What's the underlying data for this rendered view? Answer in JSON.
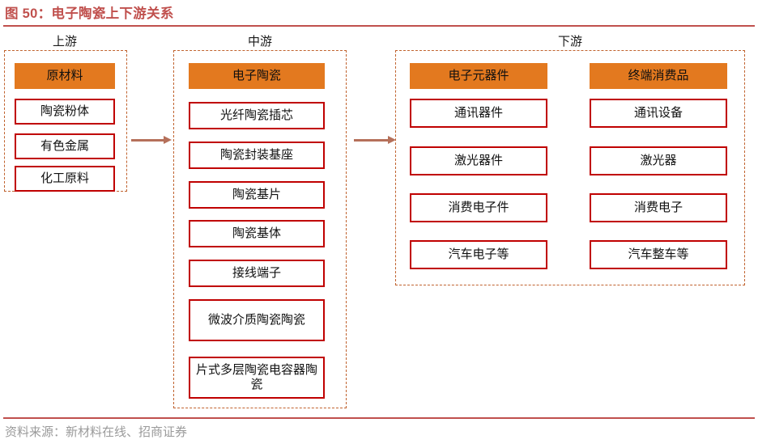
{
  "figure": {
    "title": "图 50：电子陶瓷上下游关系",
    "source": "资料来源：新材料在线、招商证券",
    "colors": {
      "title": "#C0504D",
      "rule": "#C0504D",
      "header_fill": "#E3791F",
      "item_border": "#C00000",
      "dashed_border": "#C0622E",
      "arrow": "#B5705A",
      "source_text": "#9a9a9a"
    }
  },
  "sections": [
    {
      "id": "upstream",
      "label": "上游",
      "columns": [
        {
          "header": "原材料",
          "items": [
            "陶瓷粉体",
            "有色金属",
            "化工原料"
          ]
        }
      ]
    },
    {
      "id": "midstream",
      "label": "中游",
      "columns": [
        {
          "header": "电子陶瓷",
          "items": [
            "光纤陶瓷插芯",
            "陶瓷封装基座",
            "陶瓷基片",
            "陶瓷基体",
            "接线端子",
            "微波介质陶瓷陶瓷",
            "片式多层陶瓷电容器陶瓷"
          ]
        }
      ]
    },
    {
      "id": "downstream",
      "label": "下游",
      "columns": [
        {
          "header": "电子元器件",
          "items": [
            "通讯器件",
            "激光器件",
            "消费电子件",
            "汽车电子等"
          ]
        },
        {
          "header": "终端消费品",
          "items": [
            "通讯设备",
            "激光器",
            "消费电子",
            "汽车整车等"
          ]
        }
      ]
    }
  ],
  "arrows": [
    {
      "id": "upstream-to-midstream",
      "name": "arrow-upstream-midstream"
    },
    {
      "id": "midstream-to-downstream",
      "name": "arrow-midstream-downstream"
    }
  ]
}
